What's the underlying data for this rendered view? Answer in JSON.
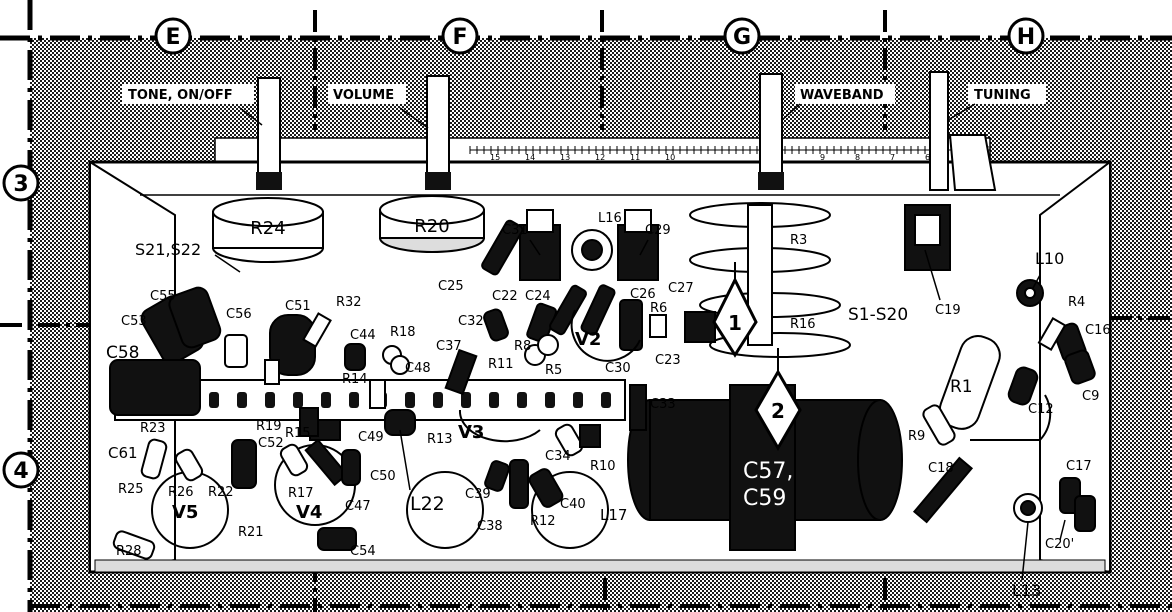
{
  "grid": {
    "columns": [
      "E",
      "F",
      "G",
      "H"
    ],
    "rows": [
      "3",
      "4"
    ]
  },
  "controls": {
    "tone": "TONE, ON/OFF",
    "volume": "VOLUME",
    "waveband": "WAVEBAND",
    "tuning": "TUNING"
  },
  "scale_ticks": [
    "15",
    "14",
    "13",
    "12",
    "11",
    "10",
    "9",
    "8",
    "7",
    "6"
  ],
  "callouts": [
    "1",
    "2"
  ],
  "components": {
    "R24": "R24",
    "R20": "R20",
    "S21S22": "S21,S22",
    "C31": "C31",
    "C29": "C29",
    "L16": "L16",
    "L10": "L10",
    "C25": "C25",
    "C55": "C55",
    "C56": "C56",
    "C51": "C51",
    "R32": "R32",
    "C53": "C53",
    "C58": "C58",
    "C44": "C44",
    "R18": "R18",
    "C32": "C32",
    "C22": "C22",
    "C24": "C24",
    "C26": "C26",
    "R6": "R6",
    "C27": "C27",
    "R3": "R3",
    "R16": "R16",
    "S1S20": "S1-S20",
    "C19": "C19",
    "R4": "R4",
    "C16": "C16",
    "C9": "C9",
    "C12": "C12",
    "R1": "R1",
    "R9": "R9",
    "R8": "R8",
    "R5": "R5",
    "V2": "V2",
    "C30": "C30",
    "C23": "C23",
    "C37": "C37",
    "R11": "R11",
    "R14": "R14",
    "C48": "C48",
    "R19": "R19",
    "C33": "C33",
    "R23": "R23",
    "C61": "C61",
    "C52": "C52",
    "R15": "R15",
    "C49": "C49",
    "R13": "R13",
    "V3": "V3",
    "C34": "C34",
    "R10": "R10",
    "R25": "R25",
    "R26": "R26",
    "R22": "R22",
    "R17": "R17",
    "C50": "C50",
    "C47": "C47",
    "L22": "L22",
    "C39": "C39",
    "C38": "C38",
    "R12": "R12",
    "C40": "C40",
    "L17": "L17",
    "V5": "V5",
    "V4": "V4",
    "R21": "R21",
    "R28": "R28",
    "C54": "C54",
    "C18": "C18",
    "C17": "C17",
    "C20": "C20'",
    "L13": "L13",
    "C57": "C57,",
    "C59": "C59"
  }
}
